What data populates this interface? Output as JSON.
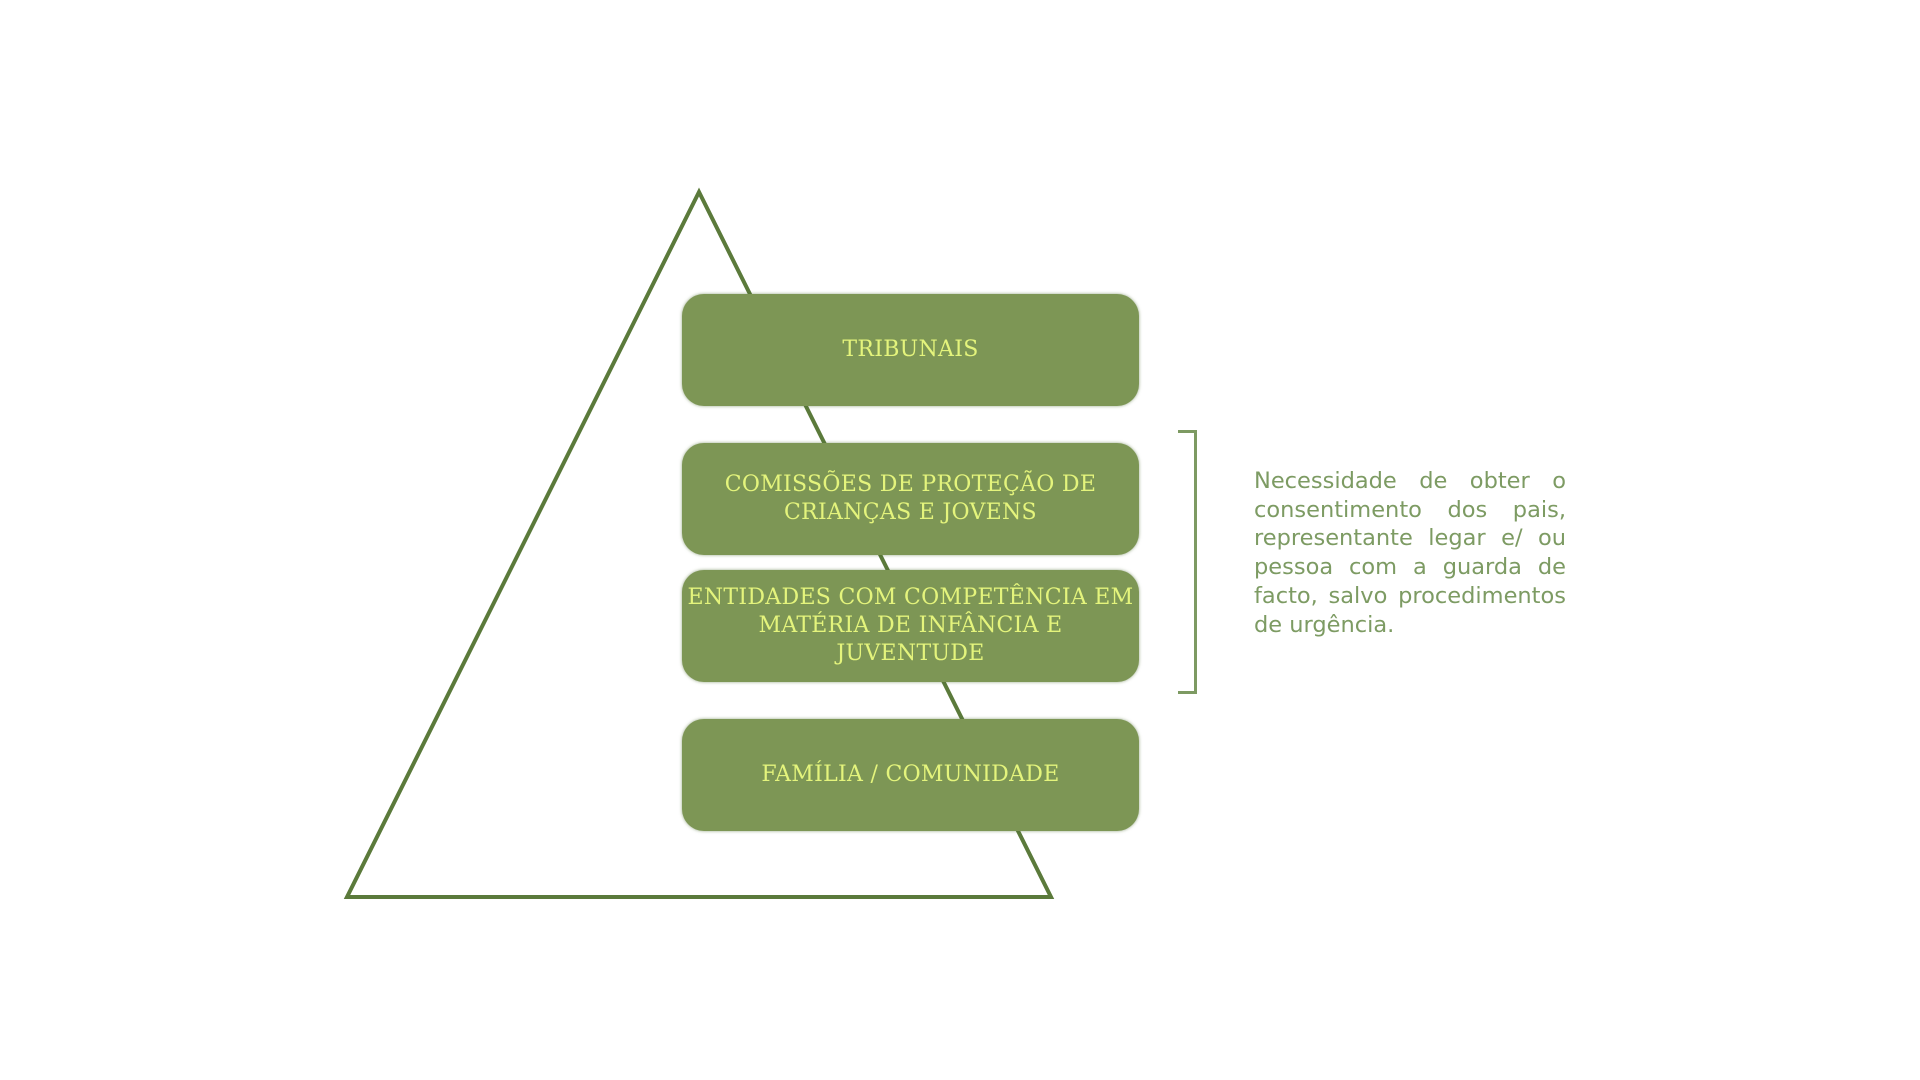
{
  "levels": [
    {
      "label": "TRIBUNAIS"
    },
    {
      "label_lines": [
        "COMISSÕES DE PROTEÇÃO DE",
        "CRIANÇAS E JOVENS"
      ]
    },
    {
      "label_lines": [
        "ENTIDADES COM COMPETÊNCIA EM",
        "MATÉRIA DE INFÂNCIA E JUVENTUDE"
      ]
    },
    {
      "label": "FAMÍLIA / COMUNIDADE"
    }
  ],
  "note": "Necessidade de obter o consentimento dos pais, representante legar e/ ou pessoa com a guarda de facto, salvo procedimentos de urgência.",
  "colors": {
    "box": "#7d9655",
    "box_text": "#e4f47c",
    "line": "#5b7a3b",
    "note_text": "#7d9b63"
  }
}
